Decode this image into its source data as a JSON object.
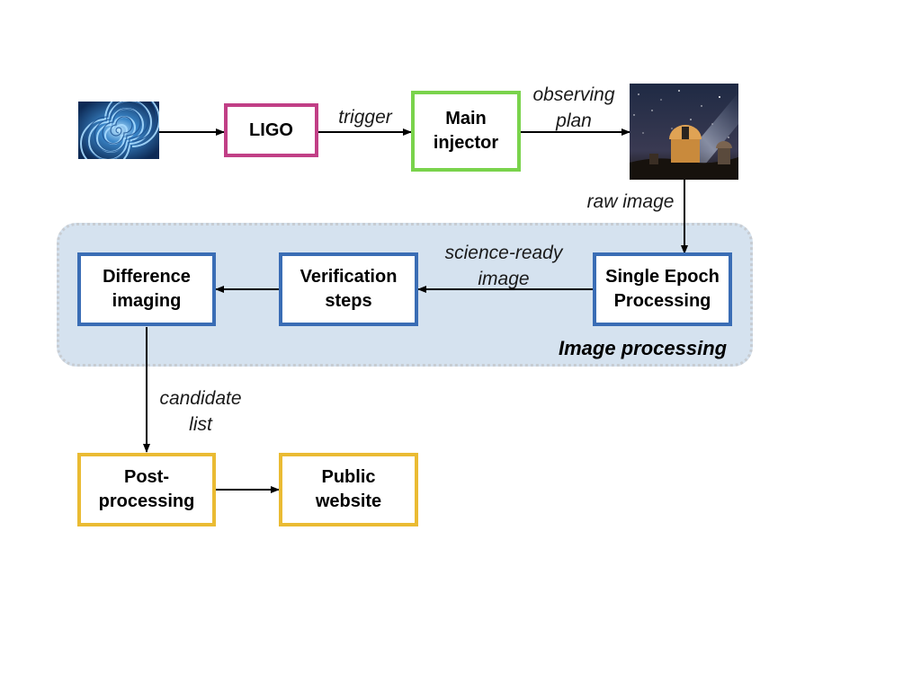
{
  "nodes": {
    "ligo": {
      "label": "LIGO",
      "color": "#c13f86"
    },
    "main_injector": {
      "label": "Main\ninjector",
      "color": "#7ad34c"
    },
    "single_epoch": {
      "label": "Single Epoch\nProcessing",
      "color": "#3a6db5"
    },
    "verification": {
      "label": "Verification\nsteps",
      "color": "#3a6db5"
    },
    "difference": {
      "label": "Difference\nimaging",
      "color": "#3a6db5"
    },
    "post_processing": {
      "label": "Post-\nprocessing",
      "color": "#eabb33"
    },
    "public_website": {
      "label": "Public\nwebsite",
      "color": "#eabb33"
    }
  },
  "edge_labels": {
    "trigger": "trigger",
    "observing_plan": "observing\nplan",
    "raw_image": "raw image",
    "science_ready": "science-ready\nimage",
    "candidate_list": "candidate\nlist"
  },
  "group": {
    "title": "Image processing",
    "fill": "#d5e2ef"
  },
  "icons": {
    "source": "gravitational-wave-spiral-icon",
    "telescope": "telescope-observatory-image"
  }
}
